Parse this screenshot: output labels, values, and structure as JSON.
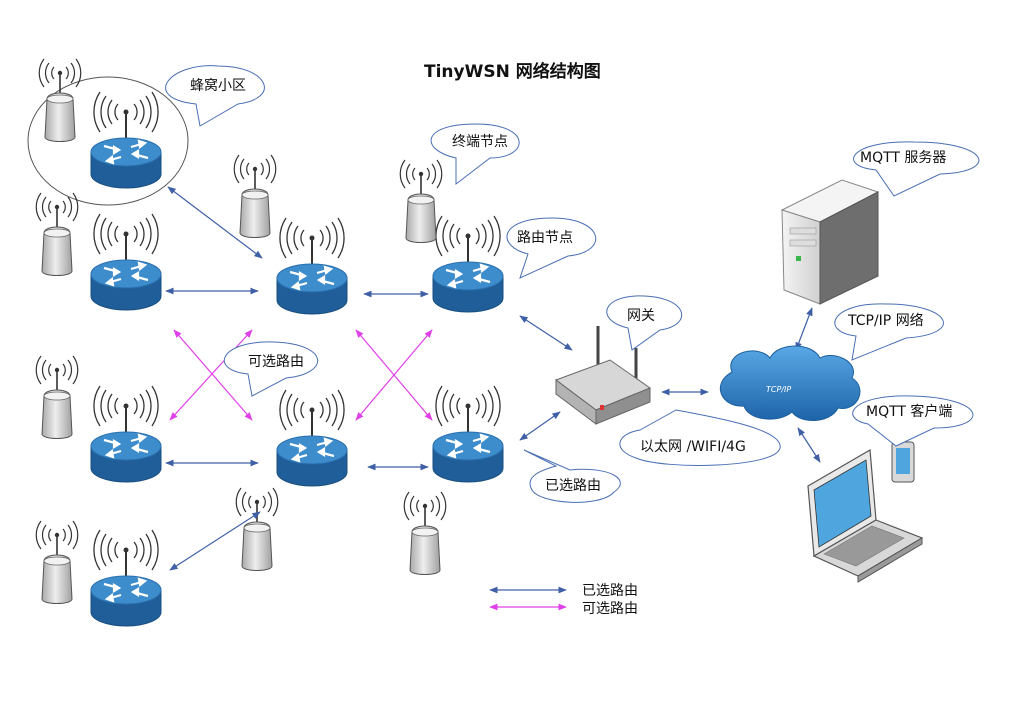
{
  "title": "TinyWSN  网络结构图",
  "callouts": {
    "cellular_area": "蜂窝小区",
    "end_node": "终端节点",
    "router_node": "路由节点",
    "optional_route": "可选路由",
    "gateway": "网关",
    "selected_route": "已选路由",
    "uplink": "以太网 /WIFI/4G",
    "mqtt_server": "MQTT 服务器",
    "tcpip_network": "TCP/IP 网络",
    "mqtt_client": "MQTT 客户端"
  },
  "cloud_label": "TCP/IP",
  "legend": {
    "selected": {
      "label": "已选路由",
      "color": "#3f5fa6"
    },
    "optional": {
      "label": "可选路由",
      "color": "#e040e8"
    }
  },
  "colors": {
    "router_top": "#3d8ccc",
    "router_side": "#1f5e98",
    "cloud": "#2f86cc",
    "sensor": "#d9d9d9"
  }
}
